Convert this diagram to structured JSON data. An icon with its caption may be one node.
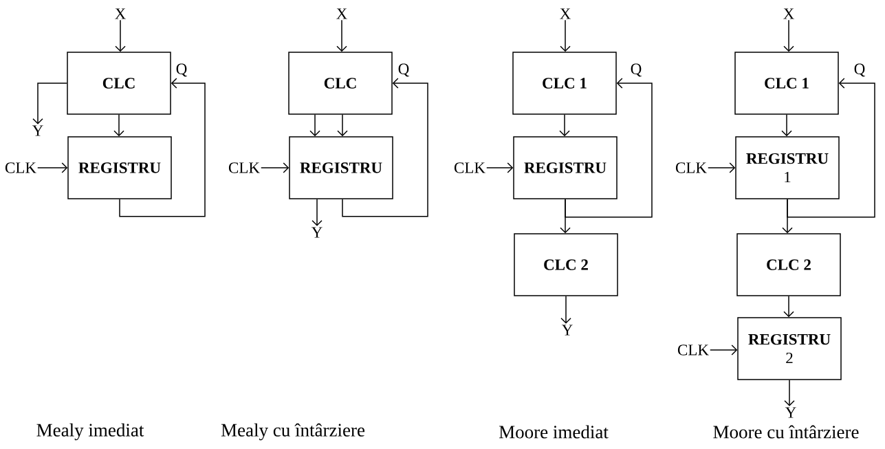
{
  "diagram": {
    "nodes": [
      {
        "text": [
          "X"
        ]
      },
      {
        "text": [
          "CLC"
        ]
      },
      {
        "text": [
          "REGISTRU"
        ]
      },
      {
        "text": [
          "Y"
        ]
      },
      {
        "text": [
          "CLK"
        ]
      },
      {
        "text": [
          "X"
        ]
      },
      {
        "text": [
          "CLC"
        ]
      },
      {
        "text": [
          "REGISTRU"
        ]
      },
      {
        "text": [
          "CLK"
        ]
      },
      {
        "text": [
          "Y"
        ]
      },
      {
        "text": [
          "X"
        ]
      },
      {
        "text": [
          "CLC 1"
        ]
      },
      {
        "text": [
          "REGISTRU"
        ]
      },
      {
        "text": [
          "CLK"
        ]
      },
      {
        "text": [
          "CLC 2"
        ]
      },
      {
        "text": [
          "Y"
        ]
      },
      {
        "text": [
          "X"
        ]
      },
      {
        "text": [
          "CLC 1"
        ]
      },
      {
        "text": [
          "REGISTRU",
          "1"
        ]
      },
      {
        "text": [
          "CLK"
        ]
      },
      {
        "text": [
          "CLC 2"
        ]
      },
      {
        "text": [
          "CLK"
        ]
      },
      {
        "text": [
          "REGISTRU",
          "2"
        ]
      },
      {
        "text": [
          "Y"
        ]
      }
    ],
    "edges": [
      {
        "from": 0,
        "to": 1,
        "arrow": "to"
      },
      {
        "from": 1,
        "to": 3,
        "arrow": "to"
      },
      {
        "from": 1,
        "to": 2,
        "arrow": "to"
      },
      {
        "from": 4,
        "to": 2,
        "arrow": "to"
      },
      {
        "from": 2,
        "to": 1,
        "arrow": "to",
        "label": "Q"
      },
      {
        "from": 5,
        "to": 6,
        "arrow": "to"
      },
      {
        "from": 6,
        "to": 7,
        "arrow": "to"
      },
      {
        "from": 6,
        "to": 7,
        "arrow": "to"
      },
      {
        "from": 8,
        "to": 7,
        "arrow": "to"
      },
      {
        "from": 7,
        "to": 9,
        "arrow": "to"
      },
      {
        "from": 7,
        "to": 6,
        "arrow": "to",
        "label": "Q"
      },
      {
        "from": 10,
        "to": 11,
        "arrow": "to"
      },
      {
        "from": 11,
        "to": 12,
        "arrow": "to"
      },
      {
        "from": 13,
        "to": 12,
        "arrow": "to"
      },
      {
        "from": 12,
        "to": 14,
        "arrow": "to"
      },
      {
        "from": 12,
        "to": 11,
        "arrow": "to",
        "label": "Q"
      },
      {
        "from": 14,
        "to": 15,
        "arrow": "to"
      },
      {
        "from": 16,
        "to": 17,
        "arrow": "to"
      },
      {
        "from": 17,
        "to": 18,
        "arrow": "to"
      },
      {
        "from": 19,
        "to": 18,
        "arrow": "to"
      },
      {
        "from": 18,
        "to": 20,
        "arrow": "to"
      },
      {
        "from": 18,
        "to": 17,
        "arrow": "to",
        "label": "Q"
      },
      {
        "from": 20,
        "to": 22,
        "arrow": "to"
      },
      {
        "from": 21,
        "to": 22,
        "arrow": "to"
      },
      {
        "from": 22,
        "to": 23,
        "arrow": "to"
      }
    ],
    "labels": [
      "Mealy imediat",
      "Mealy cu întârziere",
      "Moore imediat",
      "Moore cu întârziere"
    ]
  }
}
